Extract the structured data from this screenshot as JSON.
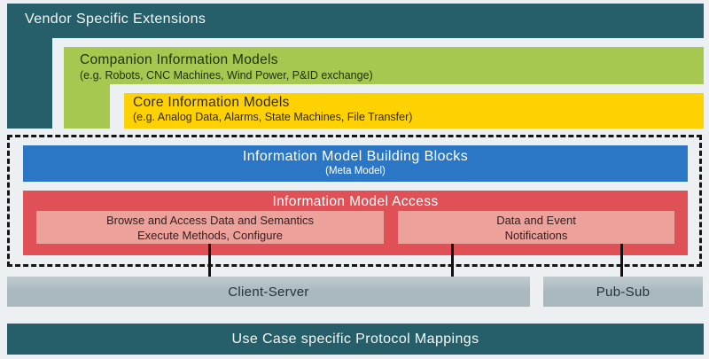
{
  "colors": {
    "teal": "#265f69",
    "green": "#a6c851",
    "yellow": "#fdd102",
    "blue": "#2b77c5",
    "red": "#e05157",
    "light_red": "#eda19b",
    "gray": "#aab9be",
    "background": "#edf0f2",
    "dashed_border": "#151515"
  },
  "layers": {
    "vendor_extensions": {
      "label": "Vendor Specific Extensions"
    },
    "companion_models": {
      "label": "Companion Information Models",
      "examples": "(e.g. Robots, CNC Machines, Wind Power, P&ID exchange)"
    },
    "core_models": {
      "label": "Core Information Models",
      "examples": "(e.g. Analog Data, Alarms, State Machines, File Transfer)"
    },
    "building_blocks": {
      "label": "Information Model Building Blocks",
      "sublabel": "(Meta Model)"
    },
    "model_access": {
      "label": "Information Model Access",
      "browse_box": {
        "line1": "Browse and Access Data and Semantics",
        "line2": "Execute Methods, Configure"
      },
      "notification_box": {
        "line1": "Data and Event",
        "line2": "Notifications"
      }
    },
    "client_server": {
      "label": "Client-Server"
    },
    "pub_sub": {
      "label": "Pub-Sub"
    },
    "protocol_mappings": {
      "label": "Use Case specific Protocol Mappings"
    }
  }
}
